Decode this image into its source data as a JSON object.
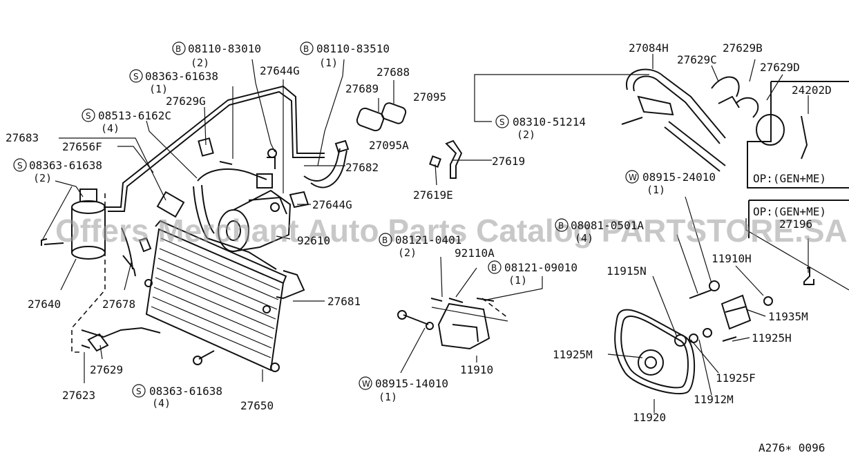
{
  "watermark": "Offers Merchant Auto Parts Catalog PARTSTORE.SA",
  "diagram_code": "A276∗ 0096",
  "options": {
    "box_top": {
      "opt": "OP:(GEN+ME)",
      "part": "24202D"
    },
    "box_right": {
      "opt": "OP:(GEN+ME)",
      "part": "27196"
    }
  },
  "prefixes": {
    "B": "B",
    "S": "S",
    "W": "W"
  },
  "labels": {
    "b_0811083010": "08110-83010",
    "q_b_0811083010": "(2)",
    "b_0811083510": "08110-83510",
    "q_b_0811083510": "(1)",
    "s_0836361638_top": "08363-61638",
    "q_s_0836361638_top": "(1)",
    "p27644G_top": "27644G",
    "p27688": "27688",
    "p27689": "27689",
    "p27629G": "27629G",
    "s_0851361620": "08513-6162C",
    "q_s_0851361620": "(4)",
    "p27683": "27683",
    "p27656F": "27656F",
    "p27095A": "27095A",
    "s_0836361638_left": "08363-61638",
    "q_s_0836361638_left": "(2)",
    "p27682": "27682",
    "p27644G_mid": "27644G",
    "p92610": "92610",
    "p27640": "27640",
    "p27678": "27678",
    "p27681": "27681",
    "p27629": "27629",
    "p27623": "27623",
    "s_0836361638_bot": "08363-61638",
    "q_s_0836361638_bot": "(4)",
    "p27650": "27650",
    "p27095": "27095",
    "s_0831051214": "08310-51214",
    "q_s_0831051214": "(2)",
    "p27619": "27619",
    "p27619E": "27619E",
    "b_0812104010": "08121-0401",
    "q_b_0812104010": "(2)",
    "p92110A": "92110A",
    "b_0812109010": "08121-09010",
    "q_b_0812109010": "(1)",
    "p11910": "11910",
    "w_0891514010": "08915-14010",
    "q_w_0891514010": "(1)",
    "p27084H": "27084H",
    "p27629C": "27629C",
    "p27629B": "27629B",
    "p27629D": "27629D",
    "w_0891524010": "08915-24010",
    "q_w_0891524010": "(1)",
    "b_0808105010": "08081-0501A",
    "q_b_0808105010": "(4)",
    "p11910H": "11910H",
    "p11915N": "11915N",
    "p11935M": "11935M",
    "p11925H": "11925H",
    "p11925M": "11925M",
    "p11925F": "11925F",
    "p11912M": "11912M",
    "p11920": "11920"
  }
}
